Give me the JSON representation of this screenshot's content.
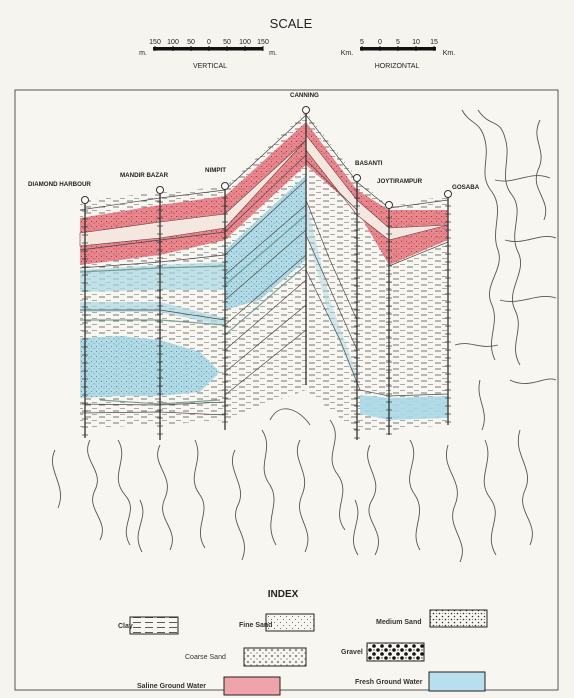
{
  "scale": {
    "title": "SCALE",
    "vertical": {
      "label": "VERTICAL",
      "ticks": [
        "150",
        "100",
        "50",
        "0",
        "50",
        "100",
        "150"
      ],
      "unit_left": "m.",
      "unit_right": "m."
    },
    "horizontal": {
      "label": "HORIZONTAL",
      "ticks": [
        "5",
        "0",
        "5",
        "10",
        "15"
      ],
      "unit_left": "Km.",
      "unit_right": "Km."
    }
  },
  "stations": [
    {
      "name": "DIAMOND HARBOUR"
    },
    {
      "name": "MANDIR BAZAR"
    },
    {
      "name": "NIMPIT"
    },
    {
      "name": "CANNING"
    },
    {
      "name": "BASANTI"
    },
    {
      "name": "JOYTIRAMPUR"
    },
    {
      "name": "GOSABA"
    }
  ],
  "index": {
    "title": "INDEX",
    "items": [
      {
        "label": "Clay",
        "pattern": "clay"
      },
      {
        "label": "Fine Sand",
        "pattern": "fine-sand"
      },
      {
        "label": "Medium Sand",
        "pattern": "medium-sand"
      },
      {
        "label": "Coarse Sand",
        "pattern": "coarse-sand"
      },
      {
        "label": "Gravel",
        "pattern": "gravel"
      },
      {
        "label": "Saline Ground Water",
        "pattern": "saline"
      },
      {
        "label": "Fresh Ground Water",
        "pattern": "fresh"
      }
    ]
  },
  "colors": {
    "saline": "#e8737c",
    "fresh": "#a9d8e4",
    "line": "#333333",
    "paper": "#f6f4ef"
  }
}
